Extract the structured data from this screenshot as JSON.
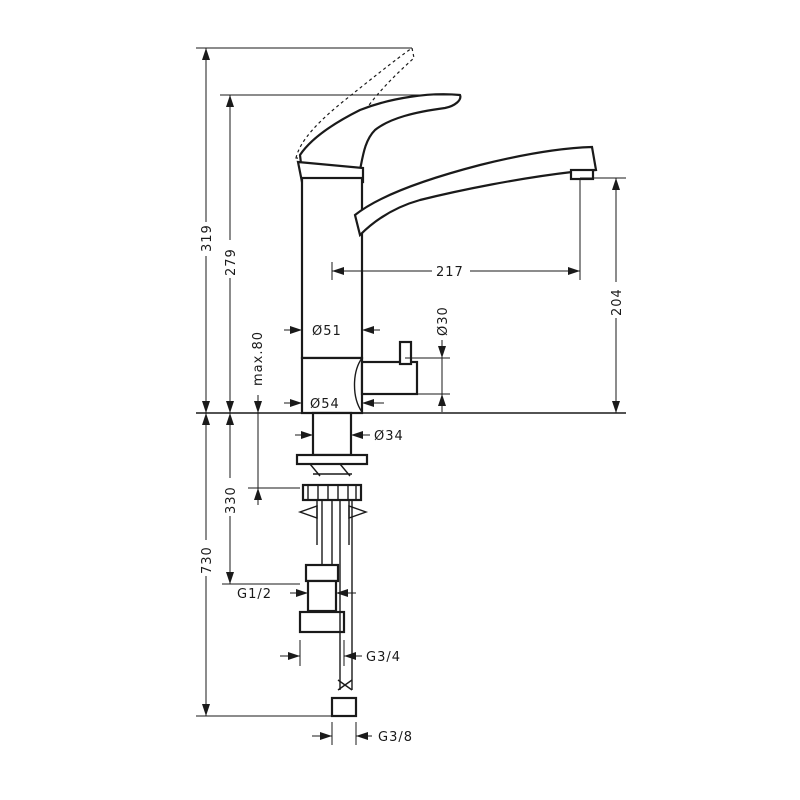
{
  "dimensions": {
    "height_total": "319",
    "height_spout": "279",
    "depth_total": "730",
    "hose_length": "330",
    "max_deck": "max.80",
    "spout_reach": "217",
    "spout_height": "204",
    "dia_body": "Ø51",
    "dia_base": "Ø54",
    "dia_shank": "Ø34",
    "dia_valve": "Ø30",
    "thread_g12": "G1/2",
    "thread_g34": "G3/4",
    "thread_g38": "G3/8"
  }
}
